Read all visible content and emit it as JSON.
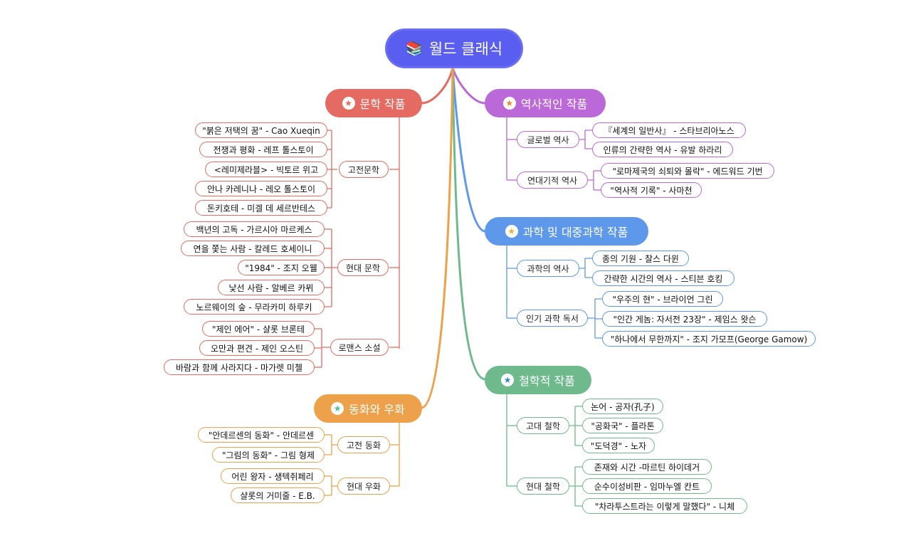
{
  "root": {
    "title": "월드 클래식",
    "icon": "books-icon"
  },
  "colors": {
    "root": "#5a5ef0",
    "literature": "#e56b62",
    "history": "#bb68d8",
    "science": "#5d98ea",
    "philosophy": "#6fba8c",
    "fairy": "#eca14a"
  },
  "branches": {
    "literature": {
      "label": "문학 작품",
      "subs": [
        {
          "label": "고전문학",
          "items": [
            "\"붉은 저택의 꿈\" - Cao Xueqin",
            "전쟁과 평화 - 레프 톨스토이",
            "<레미제라블> - 빅토르 위고",
            "안나 카레니나 - 레오 톨스토이",
            "돈키호테 - 미겔 데 세르반테스"
          ]
        },
        {
          "label": "현대 문학",
          "items": [
            "백년의 고독 - 가르시아 마르케스",
            "연을 쫓는 사람 - 칼레드 호세이니",
            "\"1984\" - 조지 오웰",
            "낯선 사람 - 알베르 카뮈",
            "노르웨이의 숲 - 무라카미 하루키"
          ]
        },
        {
          "label": "로맨스 소설",
          "items": [
            "\"제인 에어\" - 샬롯 브론테",
            "오만과 편견 - 제인 오스틴",
            "바람과 함께 사라지다 - 마가렛 미첼"
          ]
        }
      ]
    },
    "history": {
      "label": "역사적인 작품",
      "subs": [
        {
          "label": "글로벌 역사",
          "items": [
            "『세계의 일반사』 - 스타브리아노스",
            "인류의 간략한 역사 - 유발 하라리"
          ]
        },
        {
          "label": "연대기적 역사",
          "items": [
            "\"로마제국의 쇠퇴와 몰락\" - 에드워드 기번",
            "\"역사적 기록\" - 사마천"
          ]
        }
      ]
    },
    "science": {
      "label": "과학 및 대중과학 작품",
      "subs": [
        {
          "label": "과학의 역사",
          "items": [
            "종의 기원 - 찰스 다윈",
            "간략한 시간의 역사 - 스티븐 호킹"
          ]
        },
        {
          "label": "인기 과학 독서",
          "items": [
            "\"우주의 현\" - 브라이언 그린",
            "\"인간 게놈: 자서전 23장\" - 제임스 왓슨",
            "\"하나에서 무한까지\" - 조지 가모프(George Gamow)"
          ]
        }
      ]
    },
    "philosophy": {
      "label": "철학적 작품",
      "subs": [
        {
          "label": "고대 철학",
          "items": [
            "논어 - 공자(孔子)",
            "\"공화국\" - 플라톤",
            "\"도덕경\" - 노자"
          ]
        },
        {
          "label": "현대 철학",
          "items": [
            "존재와 시간 -마르틴 하이데거",
            "순수이성비판 - 임마누엘 칸트",
            "\"차라투스트라는 이렇게 말했다\" - 니체"
          ]
        }
      ]
    },
    "fairy": {
      "label": "동화와 우화",
      "subs": [
        {
          "label": "고전 동화",
          "items": [
            "\"안데르센의 동화\" - 안데르센",
            "\"그림의 동화\" - 그림 형제"
          ]
        },
        {
          "label": "현대 우화",
          "items": [
            "어린 왕자 - 생텍쥐페리",
            "샬롯의 거미줄 - E.B."
          ]
        }
      ]
    }
  }
}
